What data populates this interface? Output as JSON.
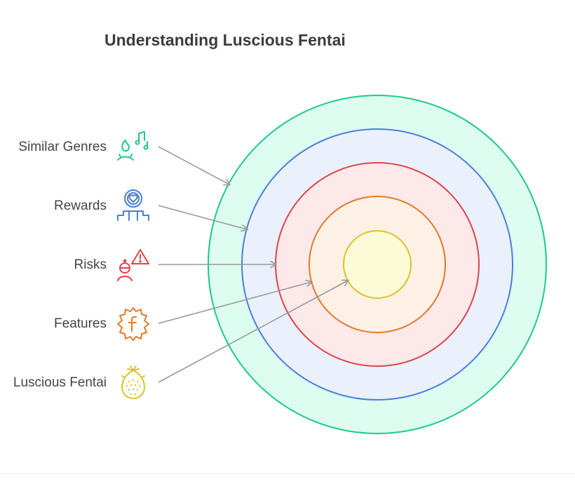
{
  "title": "Understanding Luscious Fentai",
  "layers": [
    {
      "label": "Similar Genres",
      "icon": "music-leaf-icon",
      "stroke": "#1ec98b",
      "fill": "#dcfdf0"
    },
    {
      "label": "Rewards",
      "icon": "heart-badge-icon",
      "stroke": "#4a7ed9",
      "fill": "#eaf1fd"
    },
    {
      "label": "Risks",
      "icon": "warning-person-icon",
      "stroke": "#e0434b",
      "fill": "#fde8ea"
    },
    {
      "label": "Features",
      "icon": "f-gear-icon",
      "stroke": "#e07a2a",
      "fill": "#fdf0e4"
    },
    {
      "label": "Luscious Fentai",
      "icon": "fruit-icon",
      "stroke": "#d9c42a",
      "fill": "#fbfbd8"
    }
  ],
  "colors": {
    "arrow": "#999999",
    "title": "#3c3c3c",
    "label": "#444444"
  }
}
